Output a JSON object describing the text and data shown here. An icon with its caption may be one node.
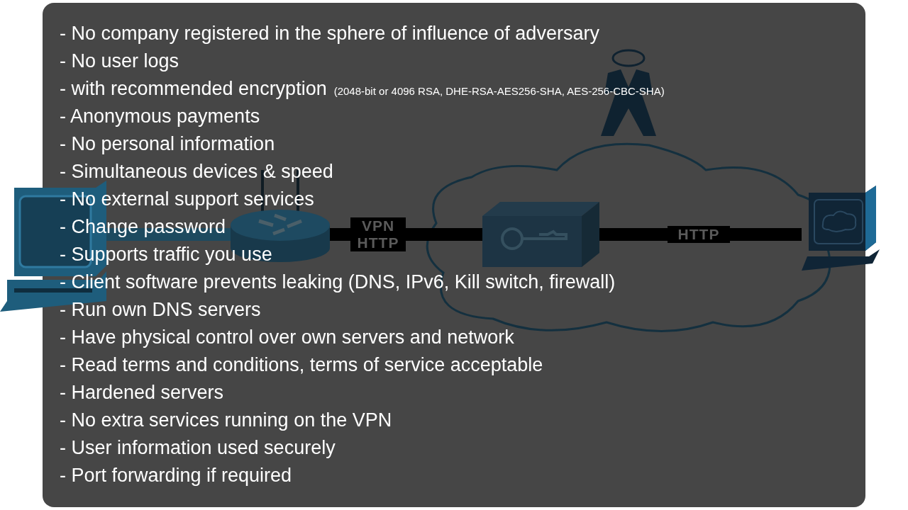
{
  "diagram": {
    "nodes": [
      {
        "text": [],
        "shape": "picture"
      },
      {
        "text": [],
        "shape": "picture"
      },
      {
        "text": [],
        "shape": "picture",
        "in": 4
      },
      {
        "text": [],
        "shape": "picture"
      },
      {
        "text": [],
        "shape": "cloud"
      },
      {
        "text": [],
        "shape": "person"
      }
    ],
    "edges": [
      {
        "from": 0,
        "to": 1,
        "arrow": "none",
        "color": "#1d4a5f"
      },
      {
        "from": 1,
        "to": 2,
        "arrow": "none",
        "label": "VPN HTTP"
      },
      {
        "from": 2,
        "to": 3,
        "arrow": "none",
        "label": "HTTP"
      }
    ],
    "labels": [
      "- No company registered in the sphere of influence of adversary",
      "- No user logs",
      "- with recommended encryption",
      "(2048-bit or 4096 RSA, DHE-RSA-AES256-SHA, AES-256-CBC-SHA)",
      "- Anonymous payments",
      "- No personal information",
      "- Simultaneous devices & speed",
      "- No external support services",
      "- Change password",
      "- Supports traffic you use",
      "- Client software prevents leaking (DNS, IPv6, Kill switch, firewall)",
      "- Run own DNS servers",
      "- Have physical control over own servers and network",
      "- Read terms and conditions, terms of service acceptable",
      "- Hardened servers",
      "- No extra services running on the VPN",
      "- User information used securely",
      "- Port forwarding if required"
    ]
  }
}
